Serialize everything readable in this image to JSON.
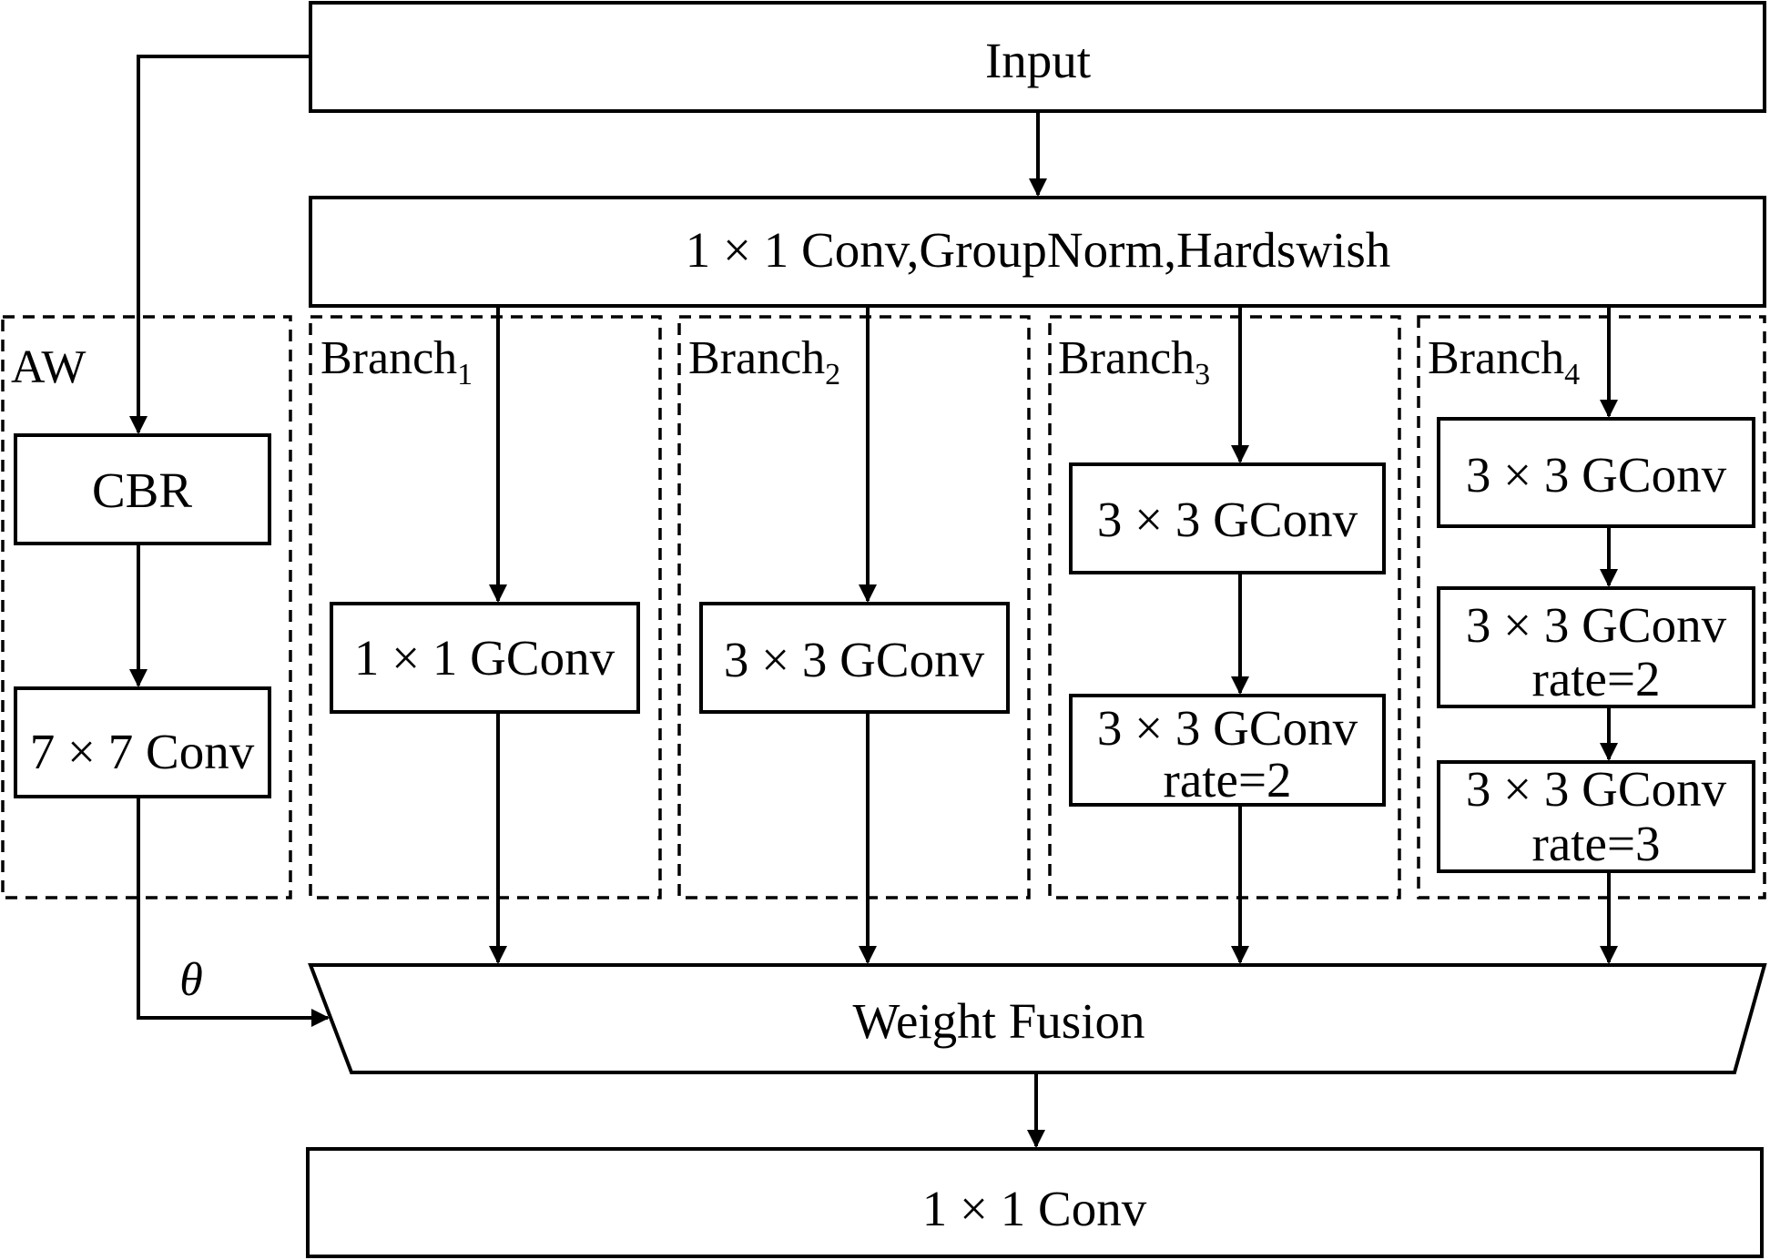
{
  "input_label": "Input",
  "stem_label": "1 × 1 Conv,GroupNorm,Hardswish",
  "aw": {
    "title": "AW",
    "cbr": "CBR",
    "conv7": "7 × 7 Conv",
    "theta": "θ"
  },
  "branches": [
    {
      "name": "Branch",
      "sub": "1",
      "blocks": [
        "1 × 1 GConv"
      ]
    },
    {
      "name": "Branch",
      "sub": "2",
      "blocks": [
        "3 × 3 GConv"
      ]
    },
    {
      "name": "Branch",
      "sub": "3",
      "blocks": [
        "3 × 3 GConv",
        "3 × 3 GConv",
        "rate=2"
      ]
    },
    {
      "name": "Branch",
      "sub": "4",
      "blocks": [
        "3 × 3 GConv",
        "3 × 3 GConv",
        "rate=2",
        "3 × 3 GConv",
        "rate=3"
      ]
    }
  ],
  "fusion_label": "Weight Fusion",
  "output_label": "1 × 1 Conv"
}
